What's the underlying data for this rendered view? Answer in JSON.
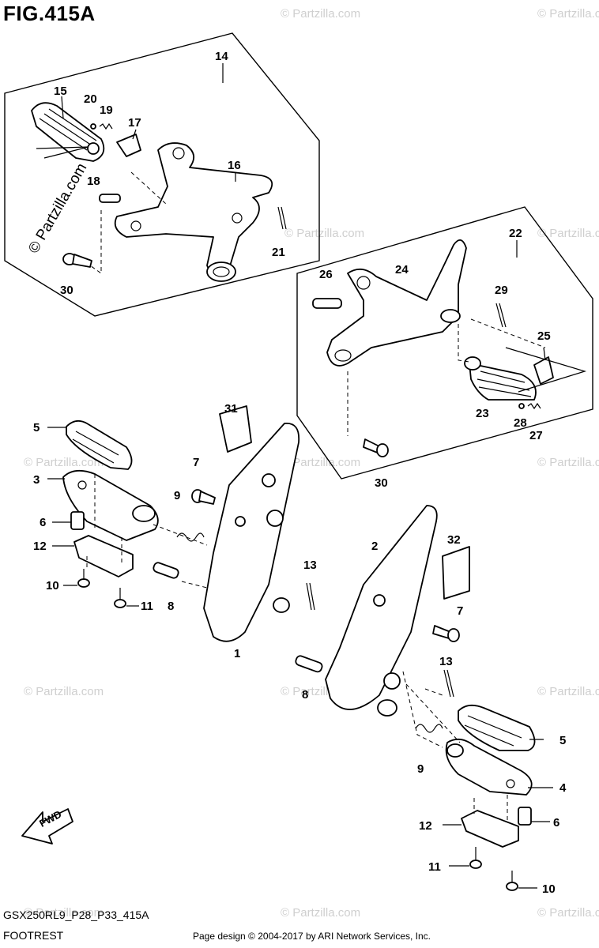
{
  "figure": {
    "title": "FIG.415A",
    "code": "GSX250RL9_P28_P33_415A",
    "section": "FOOTREST",
    "copyright": "Page design © 2004-2017 by ARI Network Services, Inc.",
    "watermark_main": "© Partzilla.com",
    "watermark_small": "© Partzilla.com",
    "fwd_label": "FWD"
  },
  "callouts": [
    {
      "id": "14a",
      "text": "14"
    },
    {
      "id": "15",
      "text": "15"
    },
    {
      "id": "20",
      "text": "20"
    },
    {
      "id": "19",
      "text": "19"
    },
    {
      "id": "17",
      "text": "17"
    },
    {
      "id": "16",
      "text": "16"
    },
    {
      "id": "18",
      "text": "18"
    },
    {
      "id": "21",
      "text": "21"
    },
    {
      "id": "30a",
      "text": "30"
    },
    {
      "id": "22",
      "text": "22"
    },
    {
      "id": "26",
      "text": "26"
    },
    {
      "id": "24",
      "text": "24"
    },
    {
      "id": "29",
      "text": "29"
    },
    {
      "id": "25",
      "text": "25"
    },
    {
      "id": "23",
      "text": "23"
    },
    {
      "id": "28",
      "text": "28"
    },
    {
      "id": "27",
      "text": "27"
    },
    {
      "id": "30b",
      "text": "30"
    },
    {
      "id": "5a",
      "text": "5"
    },
    {
      "id": "3",
      "text": "3"
    },
    {
      "id": "6a",
      "text": "6"
    },
    {
      "id": "12a",
      "text": "12"
    },
    {
      "id": "10a",
      "text": "10"
    },
    {
      "id": "11a",
      "text": "11"
    },
    {
      "id": "31",
      "text": "31"
    },
    {
      "id": "7a",
      "text": "7"
    },
    {
      "id": "9a",
      "text": "9"
    },
    {
      "id": "8a",
      "text": "8"
    },
    {
      "id": "1",
      "text": "1"
    },
    {
      "id": "13a",
      "text": "13"
    },
    {
      "id": "2",
      "text": "2"
    },
    {
      "id": "32",
      "text": "32"
    },
    {
      "id": "7b",
      "text": "7"
    },
    {
      "id": "13b",
      "text": "13"
    },
    {
      "id": "8b",
      "text": "8"
    },
    {
      "id": "5b",
      "text": "5"
    },
    {
      "id": "9b",
      "text": "9"
    },
    {
      "id": "4",
      "text": "4"
    },
    {
      "id": "6b",
      "text": "6"
    },
    {
      "id": "12b",
      "text": "12"
    },
    {
      "id": "11b",
      "text": "11"
    },
    {
      "id": "10b",
      "text": "10"
    }
  ]
}
